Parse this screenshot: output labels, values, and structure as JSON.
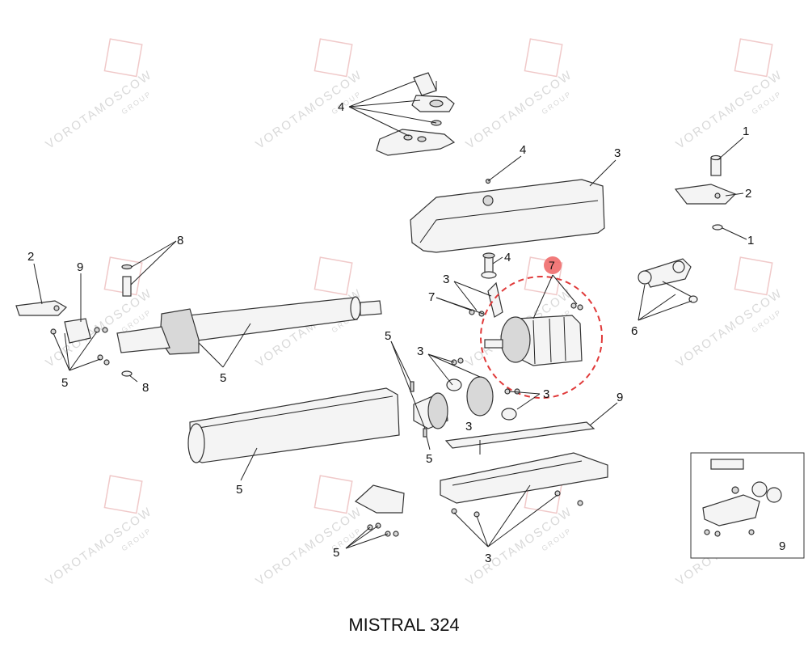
{
  "title": "MISTRAL 324",
  "watermark": {
    "main": "VOROTAMOSCOW",
    "sub": "GROUP"
  },
  "highlight": {
    "label": "7",
    "color": "#e03a3a"
  },
  "callouts": [
    {
      "id": "c4-top",
      "label": "4"
    },
    {
      "id": "c4-cover",
      "label": "4"
    },
    {
      "id": "c3-cover",
      "label": "3"
    },
    {
      "id": "c1-top",
      "label": "1"
    },
    {
      "id": "c2-right",
      "label": "2"
    },
    {
      "id": "c1-bottom",
      "label": "1"
    },
    {
      "id": "c8-top",
      "label": "8"
    },
    {
      "id": "c2-left",
      "label": "2"
    },
    {
      "id": "c9-left",
      "label": "9"
    },
    {
      "id": "c4-pin",
      "label": "4"
    },
    {
      "id": "c3-mid",
      "label": "3"
    },
    {
      "id": "c7-left",
      "label": "7"
    },
    {
      "id": "c6-right",
      "label": "6"
    },
    {
      "id": "c5-left",
      "label": "5"
    },
    {
      "id": "c8-bottom",
      "label": "8"
    },
    {
      "id": "c5-arm",
      "label": "5"
    },
    {
      "id": "c5-mid",
      "label": "5"
    },
    {
      "id": "c3-gear",
      "label": "3"
    },
    {
      "id": "c3-motor",
      "label": "3"
    },
    {
      "id": "c9-gasket",
      "label": "9"
    },
    {
      "id": "c3-tray",
      "label": "3"
    },
    {
      "id": "c5-gearlow",
      "label": "5"
    },
    {
      "id": "c5-housing",
      "label": "5"
    },
    {
      "id": "c5-bracket",
      "label": "5"
    },
    {
      "id": "c3-bottom",
      "label": "3"
    },
    {
      "id": "c9-inset",
      "label": "9"
    }
  ]
}
